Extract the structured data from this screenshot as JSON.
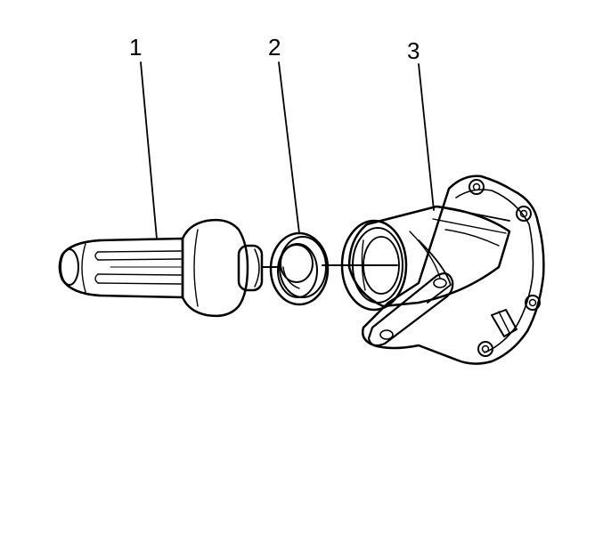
{
  "callouts": [
    {
      "label": "1"
    },
    {
      "label": "2"
    },
    {
      "label": "3"
    }
  ],
  "parts": [
    {
      "icon": "seal-installer-tool-icon"
    },
    {
      "icon": "oil-seal-icon"
    },
    {
      "icon": "extension-housing-icon"
    }
  ],
  "colors": {
    "line": "#000000",
    "tool_fill": "#d0d0d0",
    "background": "#ffffff"
  }
}
